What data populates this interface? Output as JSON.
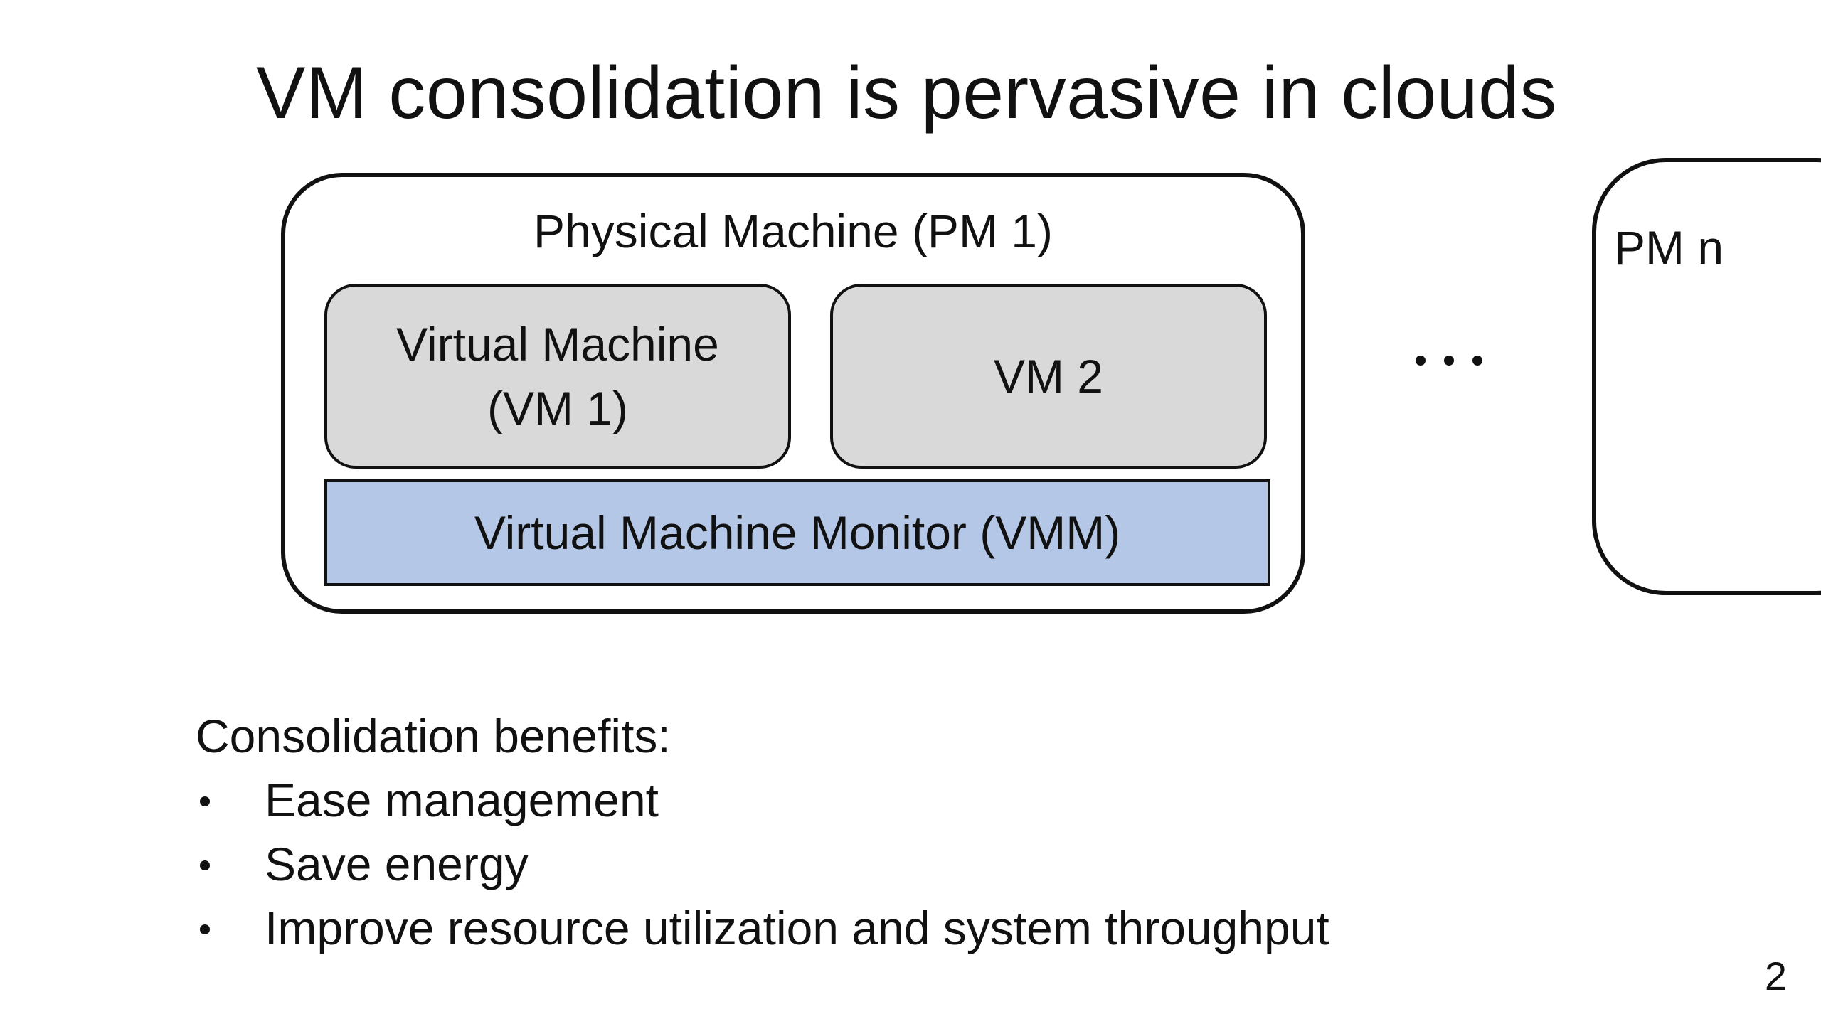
{
  "slide": {
    "title": "VM consolidation is pervasive in clouds",
    "page_number": "2"
  },
  "diagram": {
    "pm1_label": "Physical Machine (PM 1)",
    "vm1_label": "Virtual Machine\n(VM 1)",
    "vm2_label": "VM 2",
    "vmm_label": "Virtual Machine Monitor (VMM)",
    "pmn_label": "PM n",
    "colors": {
      "vm_fill": "#d9d9d9",
      "vmm_fill": "#b4c7e7",
      "outline": "#111111"
    }
  },
  "benefits": {
    "heading": "Consolidation benefits:",
    "items": [
      "Ease management",
      "Save energy",
      "Improve resource utilization and system throughput"
    ]
  }
}
